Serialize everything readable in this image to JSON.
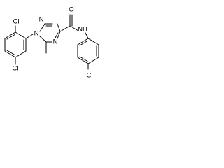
{
  "molecule": {
    "atoms": {
      "cl_top": "Cl",
      "cl_bottom": "Cl",
      "cl_right": "Cl",
      "n_ring_1": "N",
      "n_ring_2": "N",
      "n_ring_4": "N",
      "o_carbonyl": "O",
      "nh_amide": "NH"
    }
  },
  "colors": {
    "bond": "#000000",
    "label": "#000000",
    "background": "#ffffff"
  }
}
